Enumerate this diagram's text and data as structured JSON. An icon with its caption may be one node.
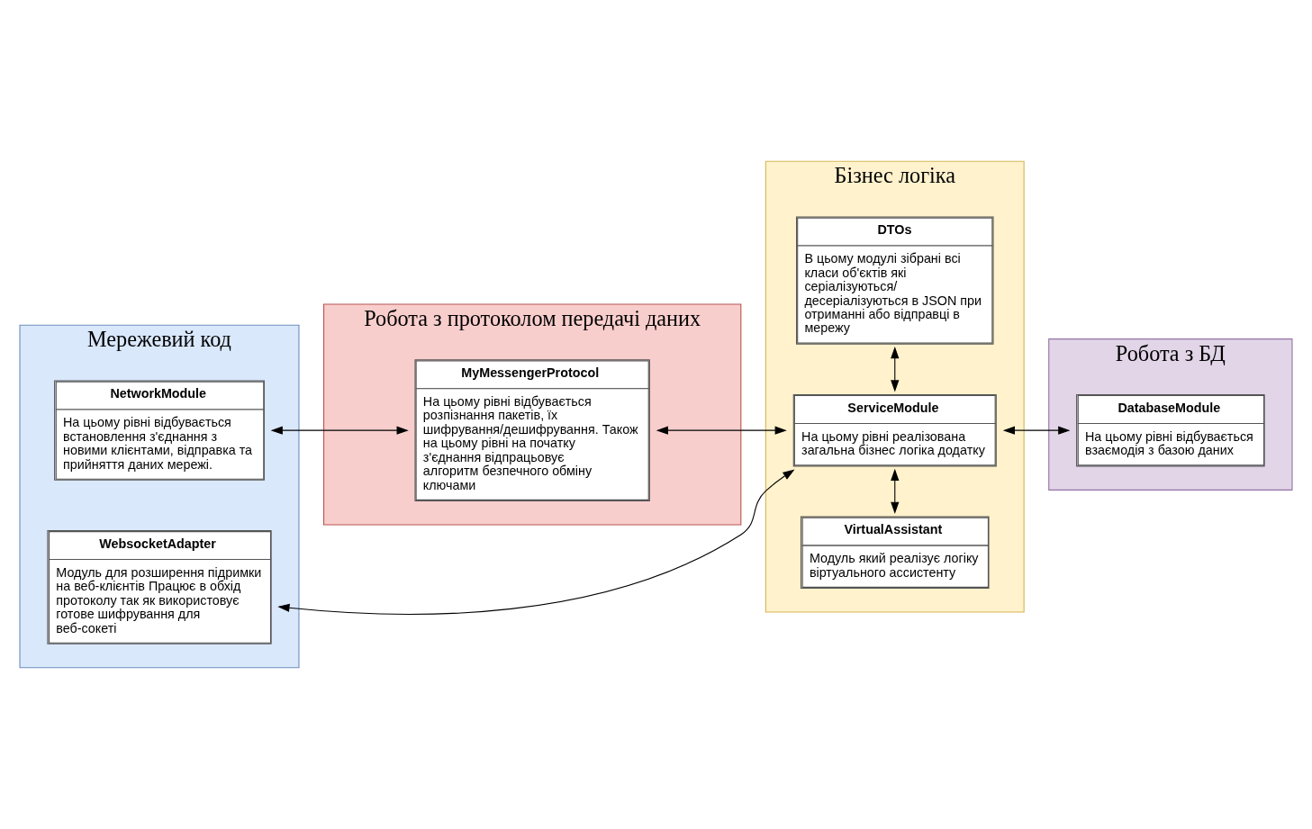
{
  "diagram": {
    "nodes": [
      {
        "text": [
          "Мережевий код"
        ]
      },
      {
        "text": [
          "Робота з протоколом передачі даних"
        ]
      },
      {
        "text": [
          "Бізнес логіка"
        ]
      },
      {
        "text": [
          "Робота з БД"
        ]
      },
      {
        "text": [
          "NetworkModule",
          "На цьому рівні відбувається встановлення з'єднання з новими клієнтами, відправка та прийняття даних мережі."
        ],
        "in": 0
      },
      {
        "text": [
          "WebsocketAdapter",
          "Модуль для розширення підримки на веб-клієнтів Працює в обхід протоколу так як використовує готове шифрування для веб-сокеті"
        ],
        "in": 0
      },
      {
        "text": [
          "MyMessengerProtocol",
          "На цьому рівні відбувається розпізнання пакетів, їх шифрування/дешифрування. Також на цьому рівні на початку з'єднання відпрацьовує алгоритм безпечного обміну ключами"
        ],
        "in": 1
      },
      {
        "text": [
          "VirtualAssistant",
          "Модуль який реалізує логіку віртуального ассистенту"
        ],
        "in": 2
      },
      {
        "text": [
          "ServiceModule",
          "На цьому рівні реалізована загальна бізнес логіка додатку"
        ],
        "in": 2
      },
      {
        "text": [
          "DTOs",
          "В цьому модулі зібрані всі класи об'єктів які серіалізуються/ десеріалізуються в JSON при отриманні або відправці в мережу"
        ],
        "in": 2
      },
      {
        "text": [
          "DatabaseModule",
          "На цьому рівні відбувається взаємодія з базою даних"
        ],
        "in": 3
      }
    ],
    "edges": [
      {
        "from": 4,
        "to": 6,
        "arrow": "both"
      },
      {
        "from": 6,
        "to": 8,
        "arrow": "both"
      },
      {
        "from": 7,
        "to": 8,
        "arrow": "both"
      },
      {
        "from": 8,
        "to": 10,
        "arrow": "both"
      },
      {
        "from": 8,
        "to": 9,
        "arrow": "both"
      },
      {
        "from": 8,
        "to": 5,
        "arrow": "both"
      }
    ]
  }
}
